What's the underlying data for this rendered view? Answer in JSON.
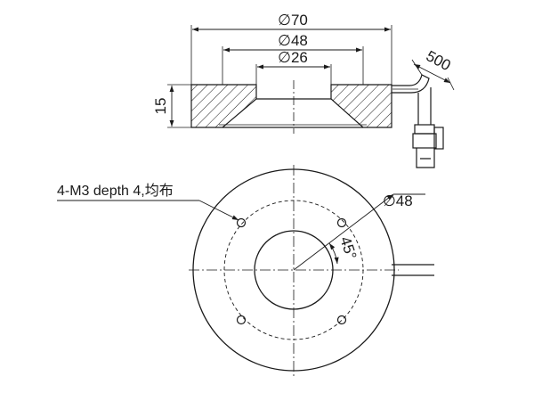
{
  "top_view": {
    "outer_diameter": "∅70",
    "middle_diameter": "∅48",
    "inner_diameter": "∅26",
    "height": "15",
    "cable_length": "500"
  },
  "bottom_view": {
    "thread_note": "4-M3 depth 4,均布",
    "bolt_circle": "∅48",
    "angle": "45°"
  }
}
